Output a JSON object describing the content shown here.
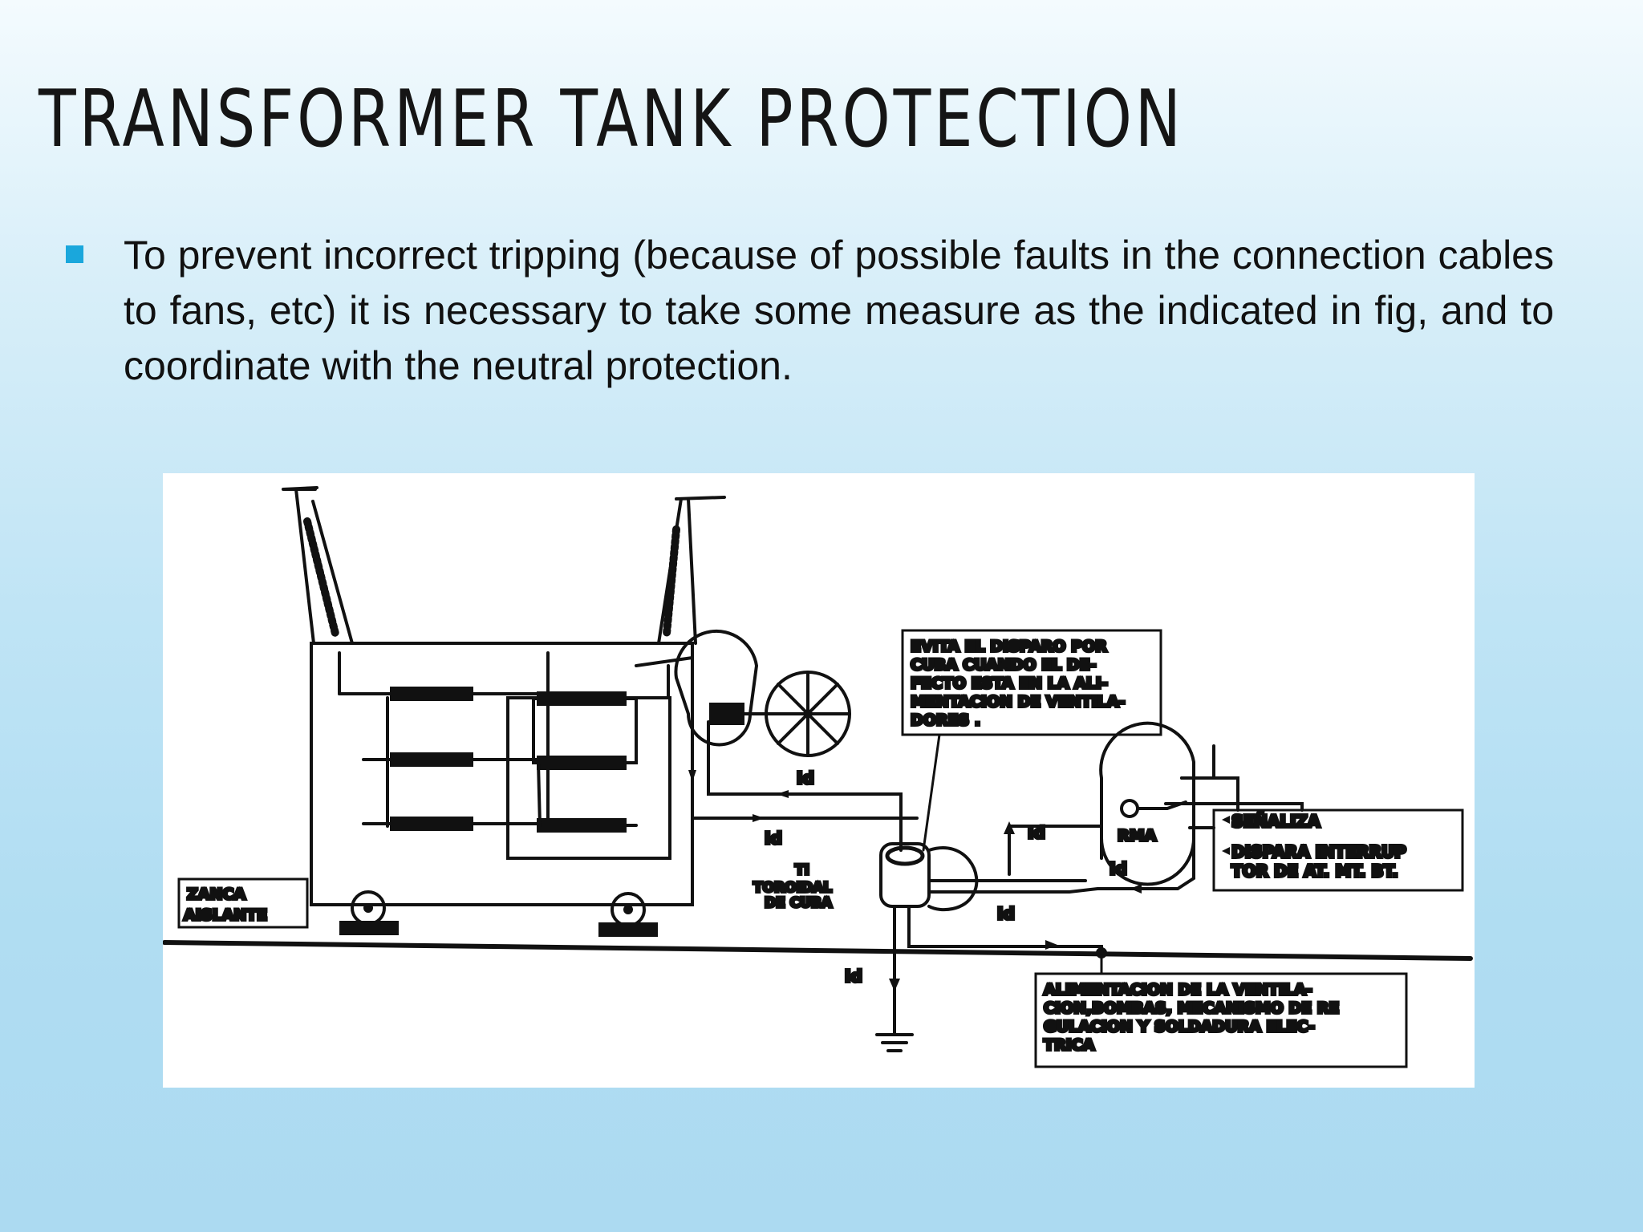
{
  "slide": {
    "title": "TRANSFORMER TANK PROTECTION",
    "bullet": "To prevent incorrect tripping (because of possible faults in the connection cables to fans, etc) it is necessary to take some measure as the indicated in fig, and to coordinate with the neutral protection."
  },
  "colors": {
    "bullet_marker": "#1aa7dc",
    "title": "#151515"
  },
  "figure": {
    "labels": {
      "note_1": "EVITA EL DISPARO POR",
      "note_2": "CUBA CUANDO EL DE-",
      "note_3": "FECTO ESTA EN LA ALI-",
      "note_4": "MENTACION DE VENTILA-",
      "note_5": "DORES .",
      "zanca_1": "ZANCA",
      "zanca_2": "AISLANTE",
      "ti_1": "TI",
      "ti_2": "TOROIDAL",
      "ti_3": "DE CUBA",
      "rma": "RMA",
      "senal_1": "SEÑALIZA",
      "senal_2": "DISPARA INTERRUP",
      "senal_3": "TOR DE AT. MT. BT.",
      "alim_1": "ALIMENTACION DE LA VENTILA-",
      "alim_2": "CION,BOMBAS, MECANISMO DE RE",
      "alim_3": "GULACION Y SOLDADURA ELEC-",
      "alim_4": "TRICA",
      "id": "Id"
    }
  }
}
